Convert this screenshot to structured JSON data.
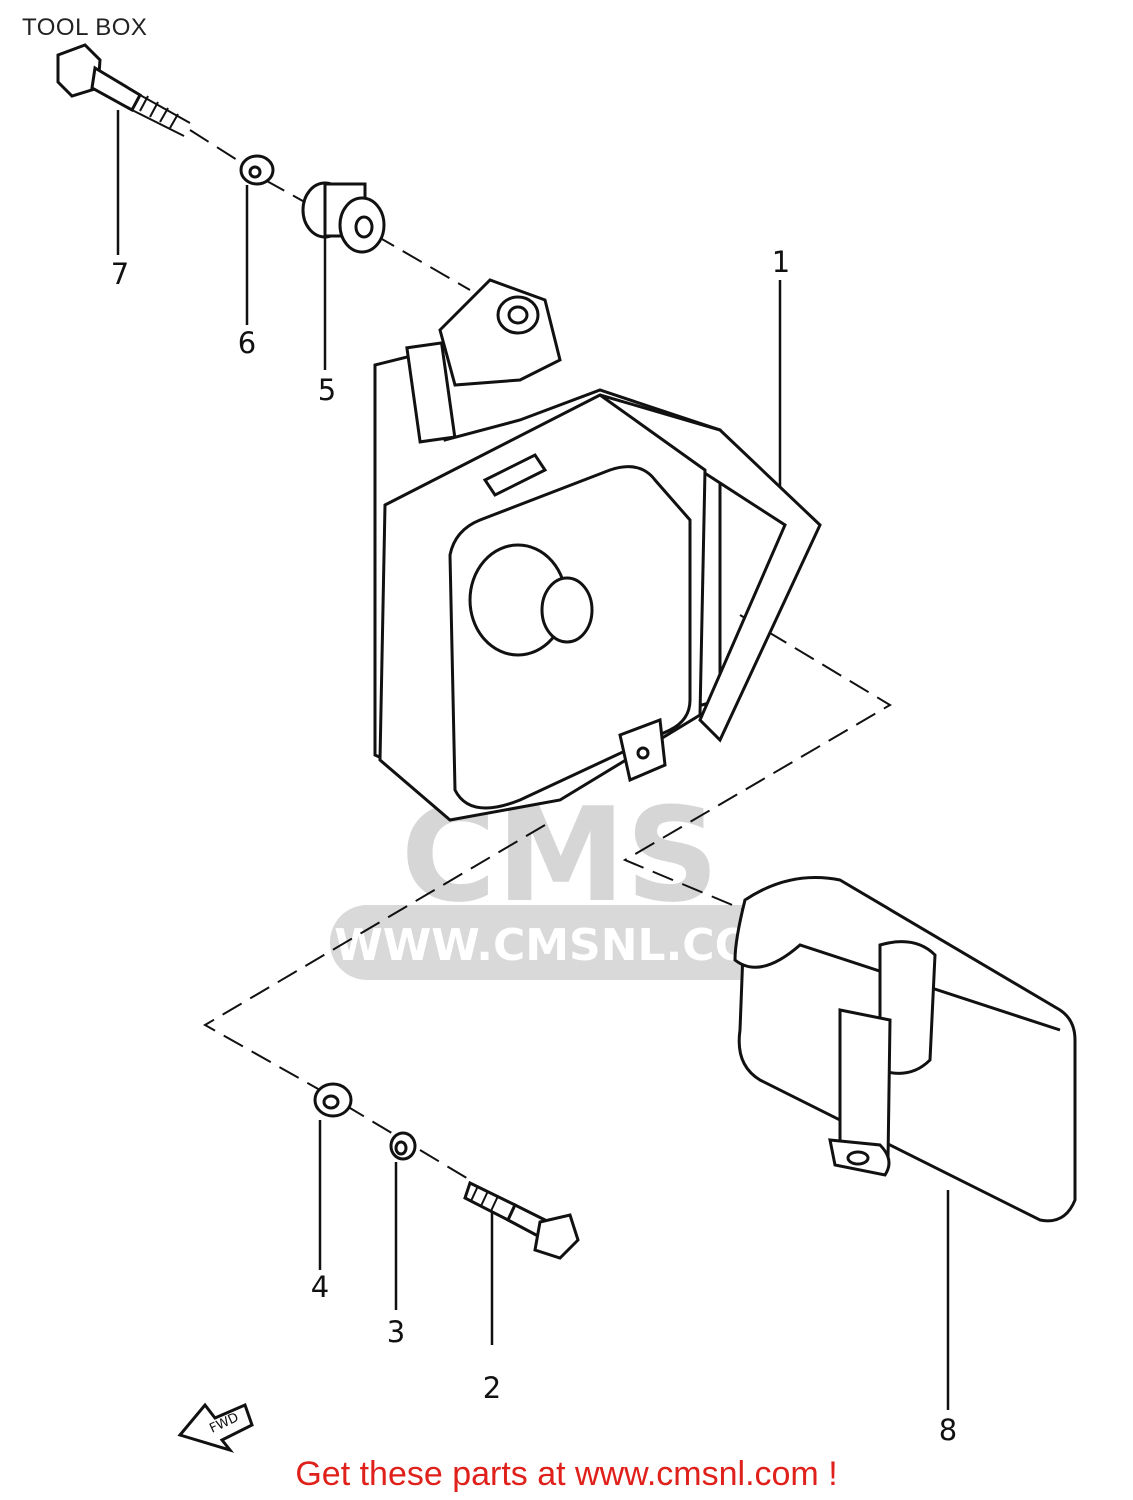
{
  "header": {
    "title": "TOOL BOX"
  },
  "parts": [
    {
      "number": "1"
    },
    {
      "number": "2"
    },
    {
      "number": "3"
    },
    {
      "number": "4"
    },
    {
      "number": "5"
    },
    {
      "number": "6"
    },
    {
      "number": "7"
    },
    {
      "number": "8"
    }
  ],
  "fwd_label": "FWD",
  "watermark": {
    "logo": "CMS",
    "url": "WWW.CMSNL.COM"
  },
  "footer": {
    "cta": "Get these parts at www.cmsnl.com !"
  },
  "colors": {
    "cta": "#e0201a",
    "line": "#111111",
    "watermark": "#d6d6d6"
  }
}
